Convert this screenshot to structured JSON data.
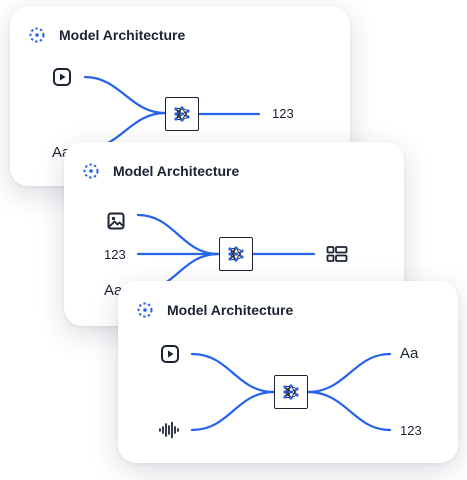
{
  "cards": [
    {
      "title": "Model Architecture",
      "inputs": [
        "play-icon",
        "Aa"
      ],
      "outputs": [
        "123"
      ]
    },
    {
      "title": "Model Architecture",
      "inputs": [
        "image-icon",
        "123",
        "Aa"
      ],
      "outputs": [
        "layout-icon"
      ]
    },
    {
      "title": "Model Architecture",
      "inputs": [
        "play-icon",
        "audio-waveform-icon"
      ],
      "outputs": [
        "Aa",
        "123"
      ]
    }
  ],
  "colors": {
    "accent": "#2563eb",
    "ink": "#1b2333"
  }
}
